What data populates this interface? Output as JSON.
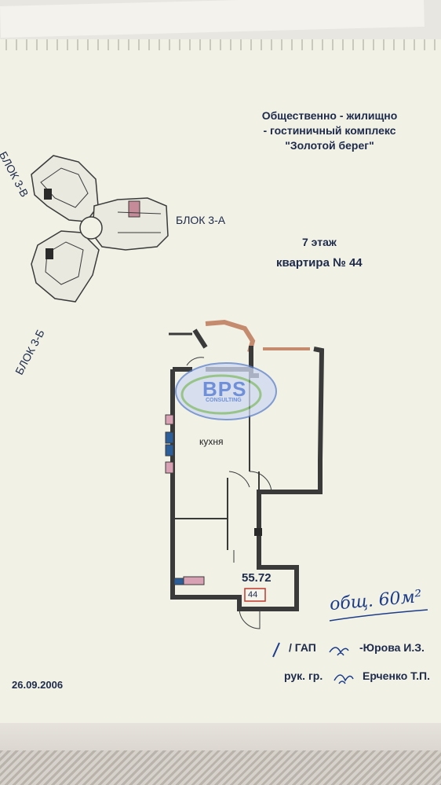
{
  "header": {
    "line1": "Общественно - жилищно",
    "line2": "- гостиничный  комплекс",
    "line3": "\"Золотой  берег\""
  },
  "blocks": {
    "a": "БЛОК  3-А",
    "b": "БЛОК  3-Б",
    "v": "БЛОК  3-В"
  },
  "floor": "7 этаж",
  "apartment": "квартира № 44",
  "plan": {
    "room_label": "кухня",
    "area": "55.72",
    "unit_number": "44"
  },
  "watermark": {
    "logo": "BPS",
    "sub": "CONSULTING"
  },
  "handwritten_total": "общ. 60м²",
  "signatures": {
    "gap_prefix": "/ ГАП",
    "gap_name": "-Юрова И.З.",
    "ruk_prefix": "рук. гр.",
    "ruk_name": "Ерченко Т.П."
  },
  "date": "26.09.2006",
  "colors": {
    "ink": "#1d2a4a",
    "paper": "#f1f1e6",
    "wall": "#3a3a3a",
    "pink": "#d8a2b4",
    "blue": "#2c5e9a",
    "handwriting": "#1c3c88"
  }
}
